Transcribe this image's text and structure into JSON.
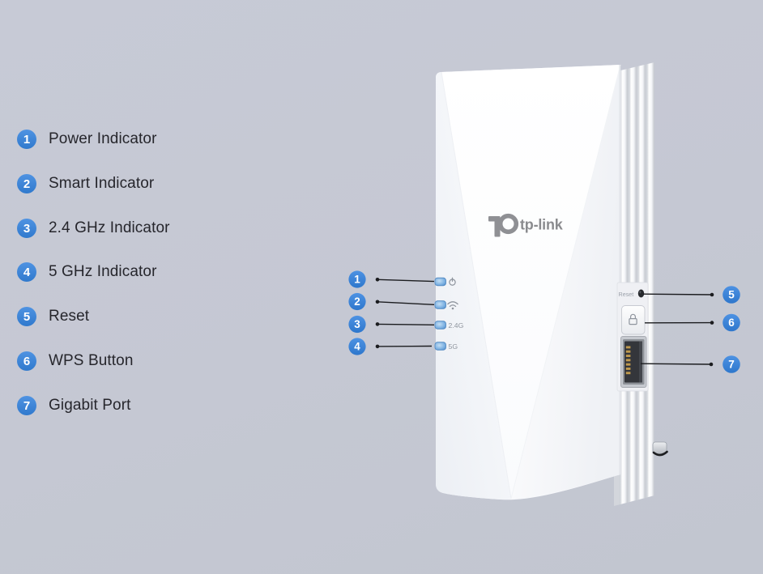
{
  "colors": {
    "background": "#c5c8d3",
    "accent_blue": "#3e86d8",
    "callout_line": "#1b1c1f",
    "logo_gray": "#8f9094",
    "led_blue": "#5e9bd6"
  },
  "legend": {
    "items": [
      {
        "number": "1",
        "label": "Power Indicator"
      },
      {
        "number": "2",
        "label": "Smart Indicator"
      },
      {
        "number": "3",
        "label": "2.4 GHz Indicator"
      },
      {
        "number": "4",
        "label": "5 GHz Indicator"
      },
      {
        "number": "5",
        "label": "Reset"
      },
      {
        "number": "6",
        "label": "WPS Button"
      },
      {
        "number": "7",
        "label": "Gigabit Port"
      }
    ]
  },
  "callouts": {
    "items": [
      {
        "number": "1",
        "target": "power-led"
      },
      {
        "number": "2",
        "target": "smart-led"
      },
      {
        "number": "3",
        "target": "2.4ghz-led"
      },
      {
        "number": "4",
        "target": "5ghz-led"
      },
      {
        "number": "5",
        "target": "reset-hole"
      },
      {
        "number": "6",
        "target": "wps-button"
      },
      {
        "number": "7",
        "target": "gigabit-port"
      }
    ]
  },
  "device": {
    "brand": "tp-link",
    "reset_label": "Reset",
    "led_band_24_label": "2.4G",
    "led_band_5_label": "5G",
    "icons": {
      "power": "power-icon",
      "wifi": "wifi-icon",
      "wps_lock": "lock-icon"
    }
  }
}
